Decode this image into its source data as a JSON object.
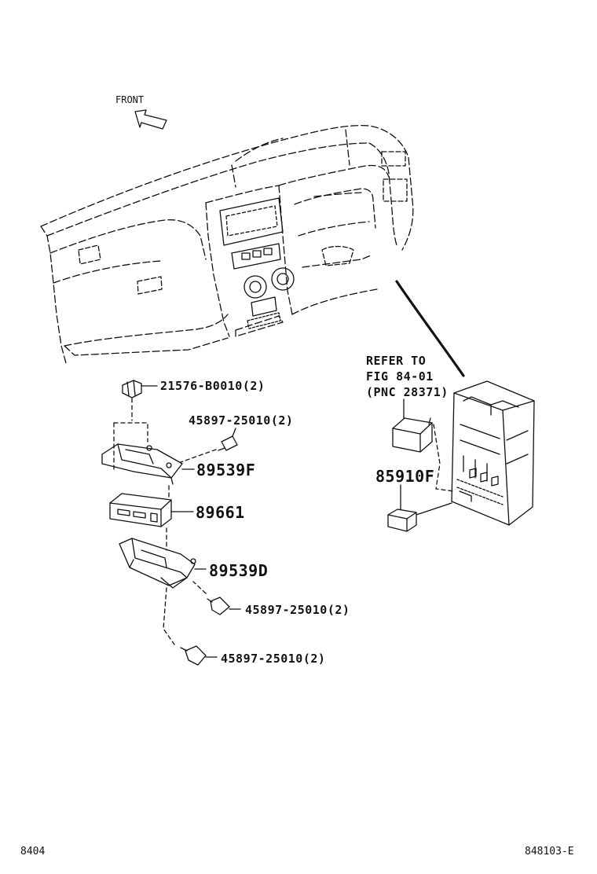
{
  "orientation_label": "FRONT",
  "callouts": {
    "p21576": "21576-B0010(2)",
    "p45897_top": "45897-25010(2)",
    "p89539F": "89539F",
    "p89661": "89661",
    "p89539D": "89539D",
    "p45897_mid": "45897-25010(2)",
    "p45897_bot": "45897-25010(2)",
    "p85910F": "85910F"
  },
  "refer_note": {
    "line1": "REFER TO",
    "line2": "FIG 84-01",
    "line3": "(PNC 28371)"
  },
  "footer": {
    "left_code": "8404",
    "right_code": "848103-E"
  }
}
